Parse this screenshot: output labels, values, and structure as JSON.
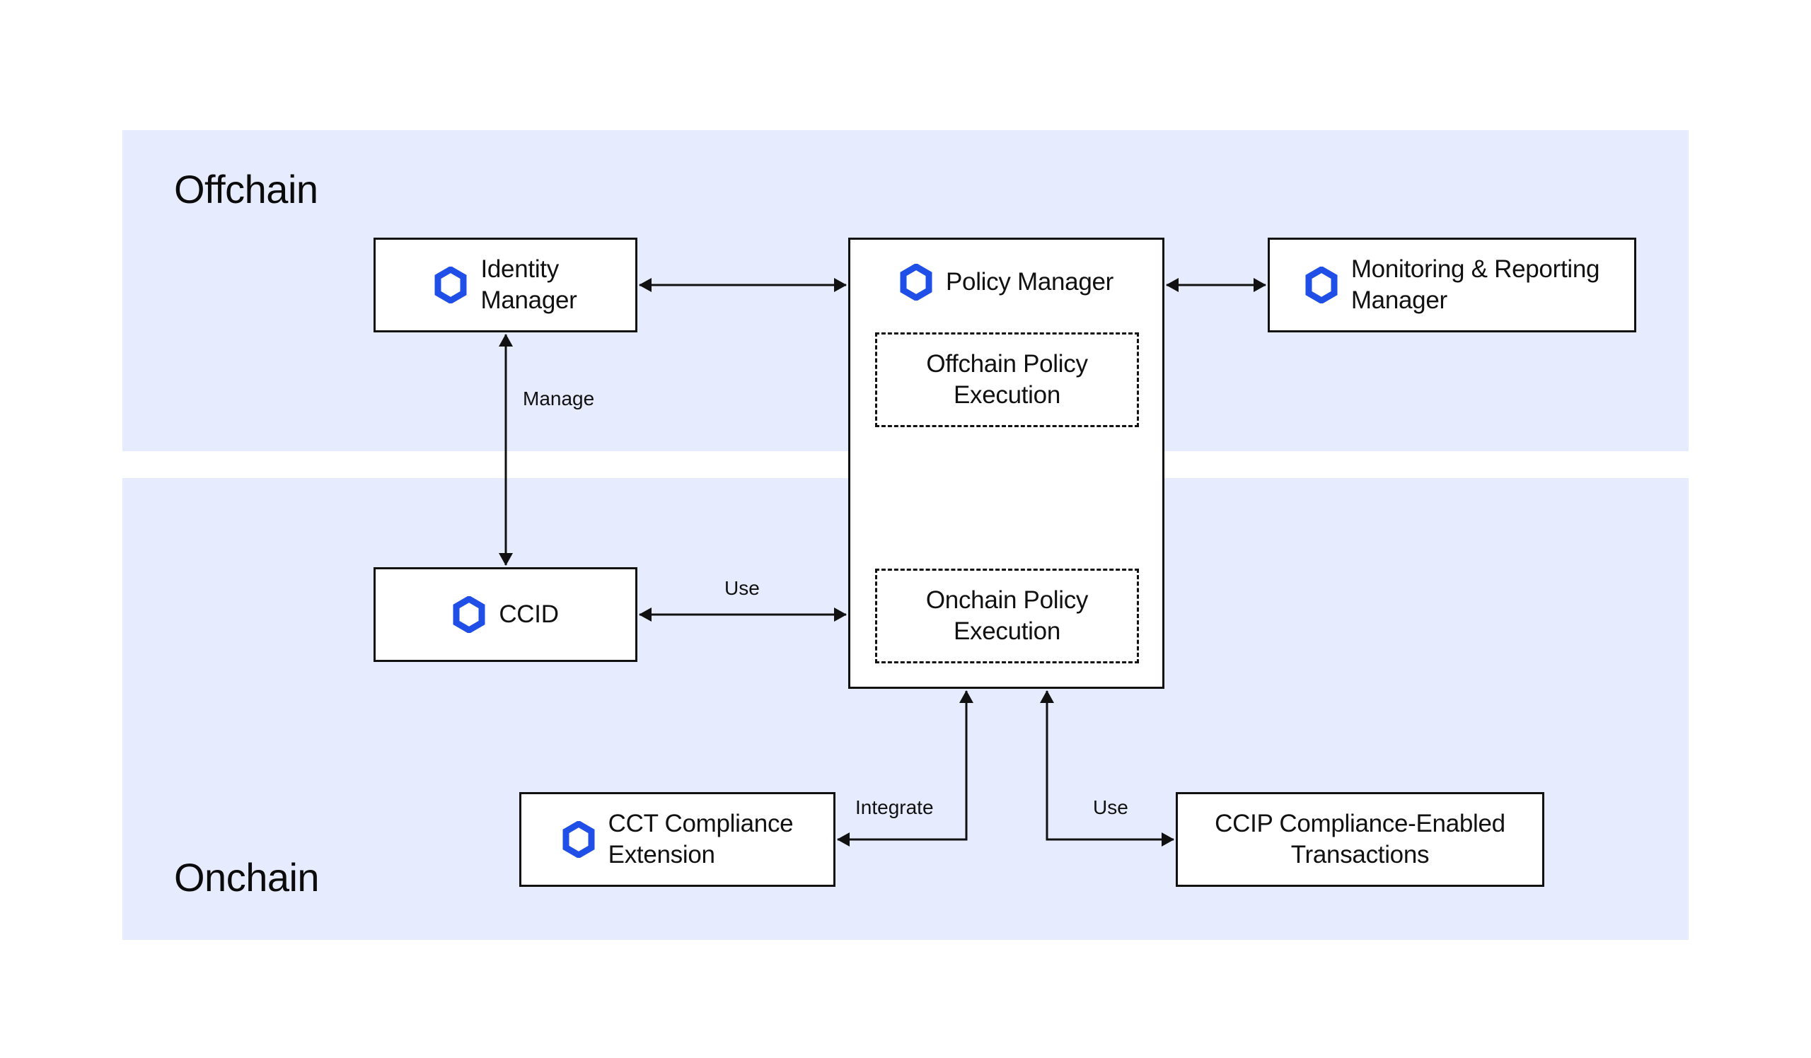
{
  "regions": {
    "offchain": {
      "title": "Offchain"
    },
    "onchain": {
      "title": "Onchain"
    }
  },
  "nodes": {
    "identity_manager": {
      "label": "Identity\nManager",
      "icon": "chainlink-hexagon-icon"
    },
    "policy_manager": {
      "label": "Policy Manager",
      "icon": "chainlink-hexagon-icon"
    },
    "monitoring_manager": {
      "label": "Monitoring & Reporting\nManager",
      "icon": "chainlink-hexagon-icon"
    },
    "offchain_policy_execution": {
      "label": "Offchain Policy\nExecution"
    },
    "onchain_policy_execution": {
      "label": "Onchain Policy\nExecution"
    },
    "ccid": {
      "label": "CCID",
      "icon": "chainlink-hexagon-icon"
    },
    "cct_extension": {
      "label": "CCT Compliance\nExtension",
      "icon": "chainlink-hexagon-icon"
    },
    "ccip_transactions": {
      "label": "CCIP Compliance-Enabled\nTransactions"
    }
  },
  "edges": {
    "manage": {
      "label": "Manage"
    },
    "use_ccid": {
      "label": "Use"
    },
    "integrate": {
      "label": "Integrate"
    },
    "use_ccip": {
      "label": "Use"
    }
  },
  "colors": {
    "region_fill": "#e6ebfe",
    "icon_blue": "#1f4fe6",
    "stroke": "#111111"
  }
}
